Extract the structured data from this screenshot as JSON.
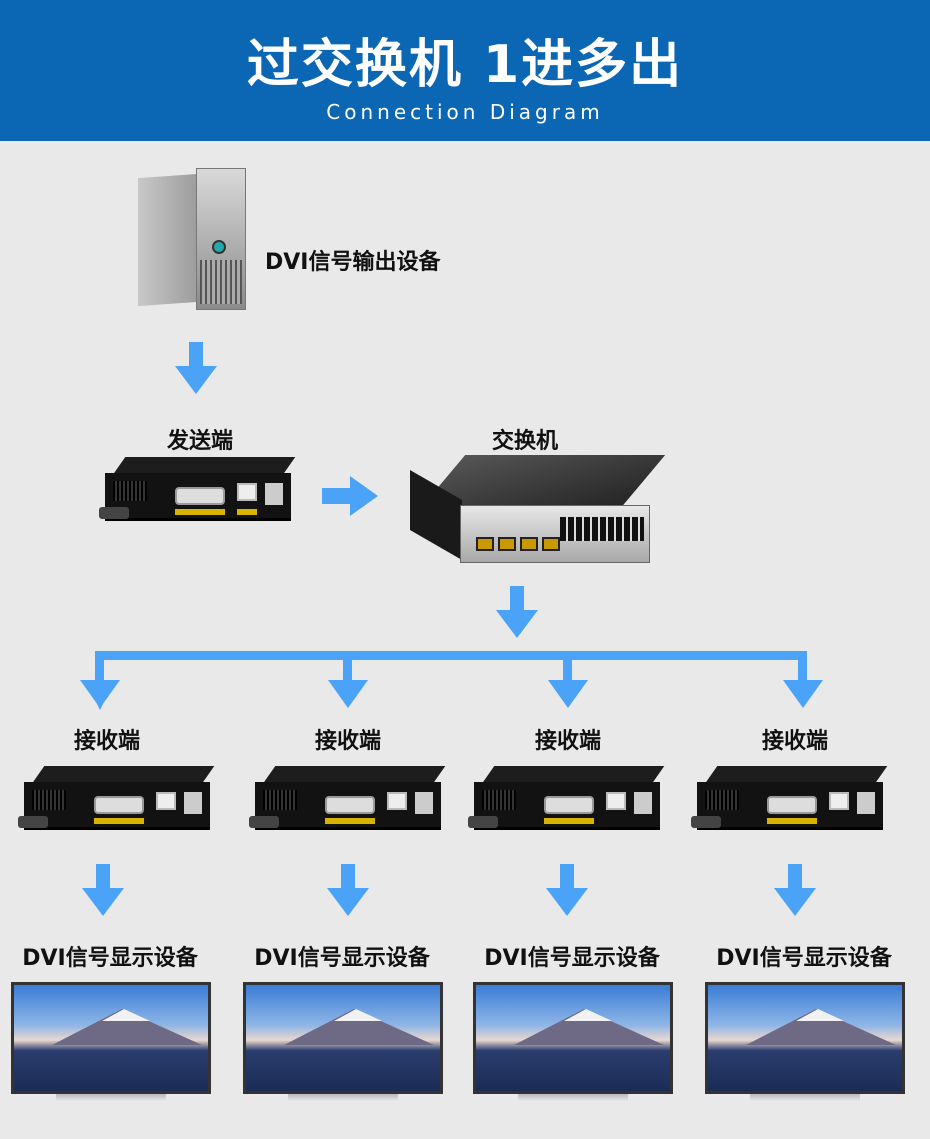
{
  "header": {
    "title": "过交换机 1进多出",
    "subtitle": "Connection Diagram"
  },
  "source": {
    "label": "DVI信号输出设备"
  },
  "transmitter": {
    "label": "发送端"
  },
  "switch": {
    "label": "交换机"
  },
  "receivers": [
    {
      "label": "接收端"
    },
    {
      "label": "接收端"
    },
    {
      "label": "接收端"
    },
    {
      "label": "接收端"
    }
  ],
  "displays": [
    {
      "label": "DVI信号显示设备"
    },
    {
      "label": "DVI信号显示设备"
    },
    {
      "label": "DVI信号显示设备"
    },
    {
      "label": "DVI信号显示设备"
    }
  ],
  "colors": {
    "header": "#0b66b4",
    "arrow": "#4ba3f7",
    "background": "#e9e9e9"
  }
}
